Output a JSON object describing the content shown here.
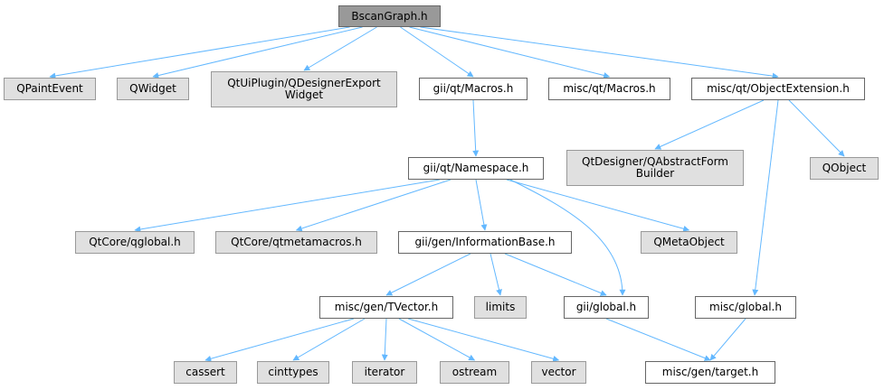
{
  "diagram": {
    "type": "include-dependency-graph",
    "colors": {
      "edge": "#63b8ff",
      "root_fill": "#999999",
      "documented_fill": "#ffffff",
      "external_fill": "#e0e0e0",
      "border": "#666666"
    },
    "nodes": [
      {
        "id": "bscangraph",
        "label": "BscanGraph.h",
        "kind": "root"
      },
      {
        "id": "qpaintevent",
        "label": "QPaintEvent",
        "kind": "ext"
      },
      {
        "id": "qwidget",
        "label": "QWidget",
        "kind": "ext"
      },
      {
        "id": "qdesignerexportwidget",
        "label": "QtUiPlugin/QDesignerExport\nWidget",
        "kind": "ext"
      },
      {
        "id": "gii-qt-macros",
        "label": "gii/qt/Macros.h",
        "kind": "doc"
      },
      {
        "id": "misc-qt-macros",
        "label": "misc/qt/Macros.h",
        "kind": "doc"
      },
      {
        "id": "misc-qt-objectextension",
        "label": "misc/qt/ObjectExtension.h",
        "kind": "doc"
      },
      {
        "id": "gii-qt-namespace",
        "label": "gii/qt/Namespace.h",
        "kind": "doc"
      },
      {
        "id": "qabstractformbuilder",
        "label": "QtDesigner/QAbstractForm\nBuilder",
        "kind": "ext"
      },
      {
        "id": "qobject",
        "label": "QObject",
        "kind": "ext"
      },
      {
        "id": "qtcore-qglobal",
        "label": "QtCore/qglobal.h",
        "kind": "ext"
      },
      {
        "id": "qtcore-qtmetamacros",
        "label": "QtCore/qtmetamacros.h",
        "kind": "ext"
      },
      {
        "id": "gii-gen-informationbase",
        "label": "gii/gen/InformationBase.h",
        "kind": "doc"
      },
      {
        "id": "qmetaobject",
        "label": "QMetaObject",
        "kind": "ext"
      },
      {
        "id": "misc-gen-tvector",
        "label": "misc/gen/TVector.h",
        "kind": "doc"
      },
      {
        "id": "limits",
        "label": "limits",
        "kind": "ext"
      },
      {
        "id": "gii-global",
        "label": "gii/global.h",
        "kind": "doc"
      },
      {
        "id": "misc-global",
        "label": "misc/global.h",
        "kind": "doc"
      },
      {
        "id": "cassert",
        "label": "cassert",
        "kind": "ext"
      },
      {
        "id": "cinttypes",
        "label": "cinttypes",
        "kind": "ext"
      },
      {
        "id": "iterator",
        "label": "iterator",
        "kind": "ext"
      },
      {
        "id": "ostream",
        "label": "ostream",
        "kind": "ext"
      },
      {
        "id": "vector",
        "label": "vector",
        "kind": "ext"
      },
      {
        "id": "misc-gen-target",
        "label": "misc/gen/target.h",
        "kind": "doc"
      }
    ],
    "edges": [
      {
        "from": "bscangraph",
        "to": "qpaintevent"
      },
      {
        "from": "bscangraph",
        "to": "qwidget"
      },
      {
        "from": "bscangraph",
        "to": "qdesignerexportwidget"
      },
      {
        "from": "bscangraph",
        "to": "gii-qt-macros"
      },
      {
        "from": "bscangraph",
        "to": "misc-qt-macros"
      },
      {
        "from": "bscangraph",
        "to": "misc-qt-objectextension"
      },
      {
        "from": "gii-qt-macros",
        "to": "gii-qt-namespace"
      },
      {
        "from": "misc-qt-objectextension",
        "to": "qabstractformbuilder"
      },
      {
        "from": "misc-qt-objectextension",
        "to": "misc-global"
      },
      {
        "from": "misc-qt-objectextension",
        "to": "qobject"
      },
      {
        "from": "gii-qt-namespace",
        "to": "qtcore-qglobal"
      },
      {
        "from": "gii-qt-namespace",
        "to": "qtcore-qtmetamacros"
      },
      {
        "from": "gii-qt-namespace",
        "to": "gii-gen-informationbase"
      },
      {
        "from": "gii-qt-namespace",
        "to": "qmetaobject"
      },
      {
        "from": "gii-qt-namespace",
        "to": "gii-global"
      },
      {
        "from": "gii-gen-informationbase",
        "to": "misc-gen-tvector"
      },
      {
        "from": "gii-gen-informationbase",
        "to": "limits"
      },
      {
        "from": "gii-gen-informationbase",
        "to": "gii-global"
      },
      {
        "from": "misc-gen-tvector",
        "to": "cassert"
      },
      {
        "from": "misc-gen-tvector",
        "to": "cinttypes"
      },
      {
        "from": "misc-gen-tvector",
        "to": "iterator"
      },
      {
        "from": "misc-gen-tvector",
        "to": "ostream"
      },
      {
        "from": "misc-gen-tvector",
        "to": "vector"
      },
      {
        "from": "gii-global",
        "to": "misc-gen-target"
      },
      {
        "from": "misc-global",
        "to": "misc-gen-target"
      }
    ]
  }
}
